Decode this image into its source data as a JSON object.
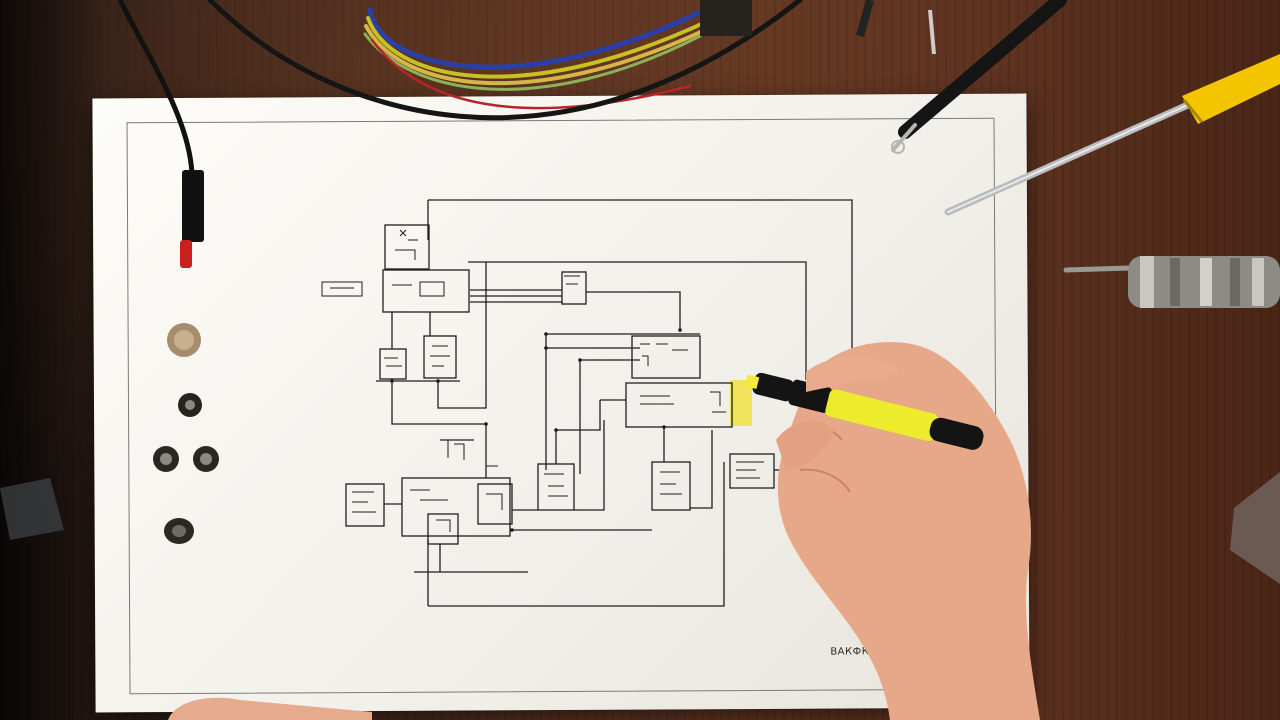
{
  "scene": {
    "title": "",
    "colors": {
      "table_wood": "#5a3322",
      "paper": "#fbfaf6",
      "ink": "#1a1a1a",
      "highlighter": "#ffee28",
      "screwdriver_handle": "#f2c500"
    }
  },
  "schematic": {
    "corner_label": "ВАКФКУ А"
  },
  "objects": [
    "black-probe-lead",
    "bundled-colored-wires",
    "yellow-screwdriver",
    "soldering-iron",
    "metal-tweezers",
    "brass-standoffs",
    "hand-with-highlighter"
  ]
}
